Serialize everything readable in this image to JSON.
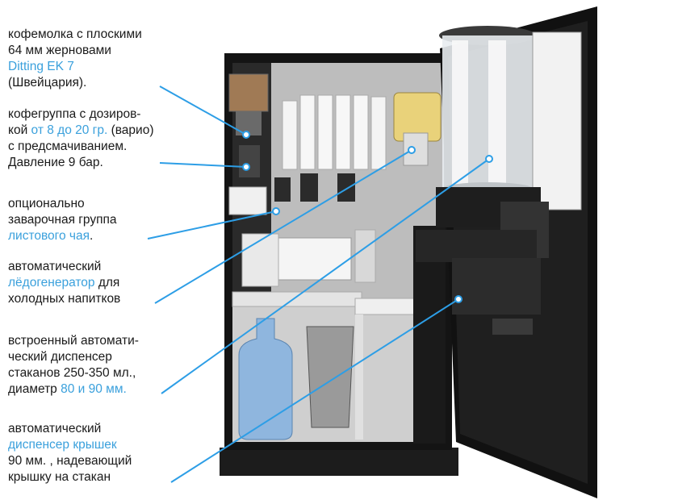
{
  "accent_color": "#3aa0dc",
  "labels": [
    {
      "lines": [
        "кофемолка с плоскими",
        "64 мм жерновами"
      ],
      "highlight": "Ditting EK 7",
      "after": "(Швейцария)."
    },
    {
      "line1": "кофегруппа с  дозиров-",
      "pre": "кой ",
      "highlight": "от 8 до 20 гр.",
      "post": "  (варио)",
      "line3": "с предсмачиванием.",
      "line4": "Давление 9 бар."
    },
    {
      "line1": "опционально",
      "line2": "заварочная группа",
      "highlight": "листового чая",
      "post": "."
    },
    {
      "line1": "автоматический",
      "highlight": "лёдогенератор",
      "post": " для",
      "line3": "холодных напитков"
    },
    {
      "line1": "встроенный автомати-",
      "line2": "ческий диспенсер",
      "line3": "стаканов 250-350 мл.,",
      "pre": "диаметр ",
      "highlight": "80 и 90 мм."
    },
    {
      "line1": "автоматический",
      "highlight": "диспенсер крышек",
      "line3": "90 мм. , надевающий",
      "line4": "крышку на стакан"
    }
  ]
}
